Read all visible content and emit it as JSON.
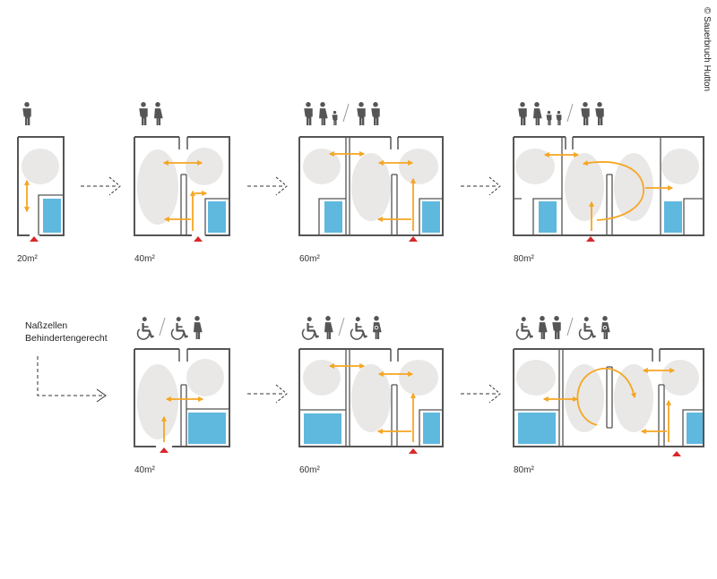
{
  "copyright": "© Sauerbruch Hutton",
  "note": {
    "line1": "Naßzellen",
    "line2": "Behindertengerecht"
  },
  "colors": {
    "wall": "#555555",
    "zone": "#e9e8e7",
    "fixture": "#5fb8de",
    "arrow": "#f5a623",
    "entrance": "#d9262b",
    "person": "#555555"
  },
  "rows": [
    {
      "variants": [
        {
          "area": "20m²",
          "occupants": [
            [
              "man"
            ]
          ]
        },
        {
          "area": "40m²",
          "occupants": [
            [
              "man",
              "woman"
            ]
          ]
        },
        {
          "area": "60m²",
          "occupants": [
            [
              "man",
              "woman",
              "child"
            ],
            [
              "man",
              "man"
            ]
          ]
        },
        {
          "area": "80m²",
          "occupants": [
            [
              "man",
              "woman",
              "child",
              "child"
            ],
            [
              "man",
              "man"
            ]
          ]
        }
      ]
    },
    {
      "variants": [
        {
          "area": "40m²",
          "occupants": [
            [
              "wheelchair"
            ],
            [
              "wheelchair",
              "woman"
            ]
          ]
        },
        {
          "area": "60m²",
          "occupants": [
            [
              "wheelchair",
              "woman"
            ],
            [
              "wheelchair",
              "woman-baby"
            ]
          ]
        },
        {
          "area": "80m²",
          "occupants": [
            [
              "wheelchair",
              "woman",
              "man"
            ],
            [
              "wheelchair",
              "woman-baby"
            ]
          ]
        }
      ]
    }
  ]
}
